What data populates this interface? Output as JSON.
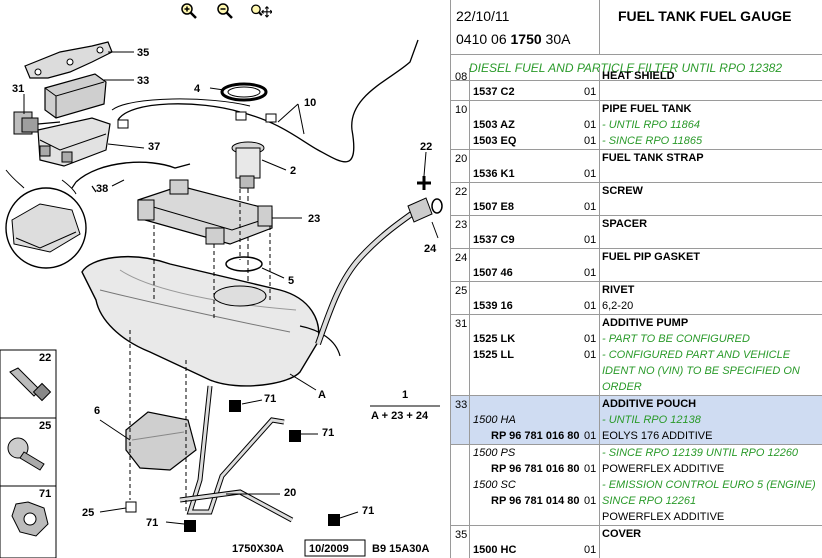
{
  "toolbar": {
    "zoom_in_icon": "magnifier-plus-icon",
    "zoom_out_icon": "magnifier-minus-icon",
    "zoom_move_icon": "magnifier-move-icon"
  },
  "diagram": {
    "callouts": [
      "35",
      "33",
      "31",
      "4",
      "10",
      "37",
      "2",
      "22",
      "38",
      "23",
      "24",
      "5",
      "A",
      "1",
      "A + 23 + 24",
      "22",
      "25",
      "71",
      "6",
      "71",
      "71",
      "20",
      "25",
      "71",
      "71"
    ],
    "footer_left": "1750X30A",
    "footer_mid": "10/2009",
    "footer_right": "B9 15A30A"
  },
  "header": {
    "date": "22/10/11",
    "ref_prefix": "0410 06 ",
    "ref_bold": "1750",
    "ref_suffix": " 30A",
    "title": "FUEL TANK FUEL GAUGE"
  },
  "banner": "DIESEL FUEL AND PARTICLE FILTER UNTIL RPO 12382",
  "rows": [
    {
      "num": "08",
      "lines": [
        {
          "pn": "",
          "q": "",
          "d": "HEAT SHIELD",
          "t": "h"
        },
        {
          "pn": "1537 C2",
          "q": "01",
          "d": "",
          "t": ""
        }
      ]
    },
    {
      "num": "10",
      "lines": [
        {
          "pn": "",
          "q": "",
          "d": "PIPE FUEL TANK",
          "t": "h"
        },
        {
          "pn": "1503 AZ",
          "q": "01",
          "d": "- UNTIL RPO 11864",
          "t": "g"
        },
        {
          "pn": "1503 EQ",
          "q": "01",
          "d": "- SINCE RPO 11865",
          "t": "g"
        }
      ]
    },
    {
      "num": "20",
      "lines": [
        {
          "pn": "",
          "q": "",
          "d": "FUEL TANK STRAP",
          "t": "h"
        },
        {
          "pn": "1536 K1",
          "q": "01",
          "d": "",
          "t": ""
        }
      ]
    },
    {
      "num": "22",
      "lines": [
        {
          "pn": "",
          "q": "",
          "d": "SCREW",
          "t": "h"
        },
        {
          "pn": "1507 E8",
          "q": "01",
          "d": "",
          "t": ""
        }
      ]
    },
    {
      "num": "23",
      "lines": [
        {
          "pn": "",
          "q": "",
          "d": "SPACER",
          "t": "h"
        },
        {
          "pn": "1537 C9",
          "q": "01",
          "d": "",
          "t": ""
        }
      ]
    },
    {
      "num": "24",
      "lines": [
        {
          "pn": "",
          "q": "",
          "d": "FUEL PIP GASKET",
          "t": "h"
        },
        {
          "pn": "1507 46",
          "q": "01",
          "d": "",
          "t": ""
        }
      ]
    },
    {
      "num": "25",
      "lines": [
        {
          "pn": "",
          "q": "",
          "d": "RIVET",
          "t": "h"
        },
        {
          "pn": "1539 16",
          "q": "01",
          "d": "6,2-20",
          "t": ""
        }
      ]
    },
    {
      "num": "31",
      "lines": [
        {
          "pn": "",
          "q": "",
          "d": "ADDITIVE PUMP",
          "t": "h"
        },
        {
          "pn": "1525 LK",
          "q": "01",
          "d": "- PART TO BE CONFIGURED",
          "t": "g"
        },
        {
          "pn": "1525 LL",
          "q": "01",
          "d": "- CONFIGURED PART AND VEHICLE",
          "t": "g"
        },
        {
          "pn": "",
          "q": "",
          "d": "IDENT NO (VIN) TO BE SPECIFIED ON",
          "t": "g"
        },
        {
          "pn": "",
          "q": "",
          "d": "ORDER",
          "t": "g"
        }
      ]
    },
    {
      "num": "33",
      "hl": true,
      "lines": [
        {
          "pn": "",
          "q": "",
          "d": "ADDITIVE POUCH",
          "t": "h"
        },
        {
          "pn": "1500 HA",
          "pt": "it",
          "q": "",
          "d": "- UNTIL RPO 12138",
          "t": "g"
        },
        {
          "pn": "RP 96 781 016 80",
          "pt": "rp",
          "q": "01",
          "d": "EOLYS 176 ADDITIVE",
          "t": ""
        }
      ]
    },
    {
      "num": "",
      "lines": [
        {
          "pn": "1500 PS",
          "pt": "it",
          "q": "",
          "d": "- SINCE RPO 12139 UNTIL RPO 12260",
          "t": "g"
        },
        {
          "pn": "RP 96 781 016 80",
          "pt": "rp",
          "q": "01",
          "d": "POWERFLEX ADDITIVE",
          "t": ""
        },
        {
          "pn": "1500 SC",
          "pt": "it",
          "q": "",
          "d": "- EMISSION CONTROL EURO 5 (ENGINE)",
          "t": "g"
        },
        {
          "pn": "RP 96 781 014 80",
          "pt": "rp",
          "q": "01",
          "d": "SINCE RPO 12261",
          "t": "g"
        },
        {
          "pn": "",
          "q": "",
          "d": "POWERFLEX ADDITIVE",
          "t": ""
        }
      ]
    },
    {
      "num": "35",
      "lines": [
        {
          "pn": "",
          "q": "",
          "d": "COVER",
          "t": "h"
        },
        {
          "pn": "1500 HC",
          "q": "01",
          "d": "",
          "t": ""
        }
      ]
    }
  ]
}
